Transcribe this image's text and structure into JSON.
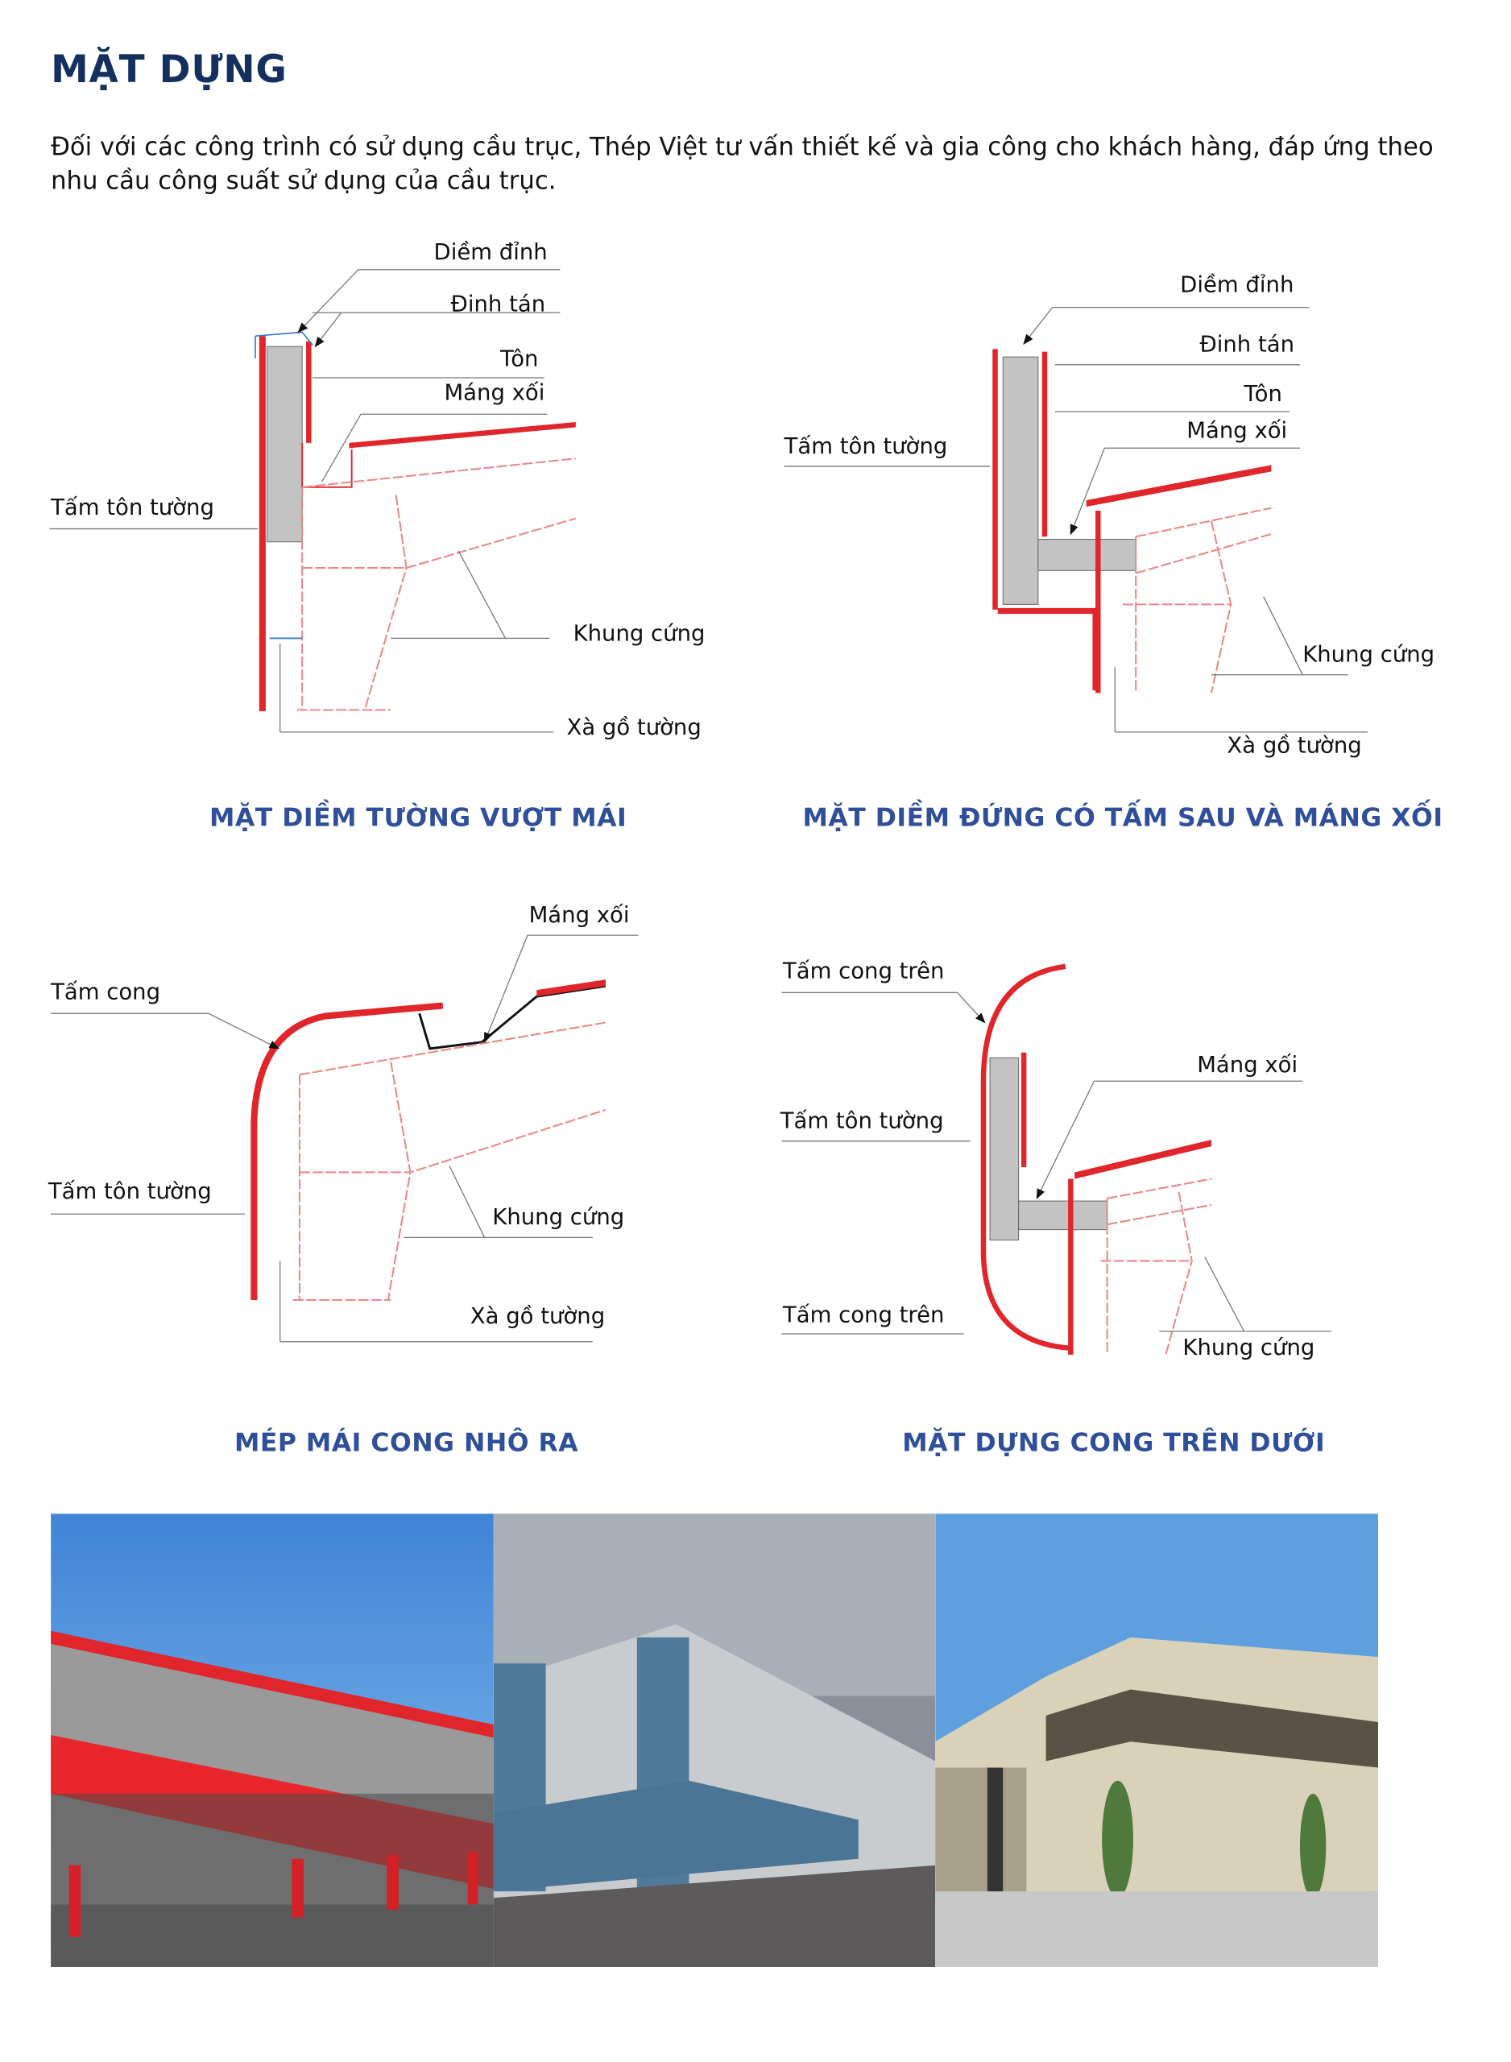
{
  "header": {
    "title": "MẶT DỰNG",
    "intro": "Đối với các công trình có sử dụng cầu trục, Thép Việt tư vấn thiết kế và gia công cho khách hàng, đáp ứng theo nhu cầu công suất sử dụng của cầu trục."
  },
  "diagrams": [
    {
      "caption": "MẶT DIỀM TƯỜNG VƯỢT MÁI",
      "labels": [
        "Diềm đỉnh",
        "Đinh tán",
        "Tôn",
        "Máng xối",
        "Tấm tôn tường",
        "Khung cứng",
        "Xà gồ tường"
      ]
    },
    {
      "caption": "MẶT DIỀM ĐỨNG CÓ TẤM SAU VÀ MÁNG XỐI",
      "labels": [
        "Diềm đỉnh",
        "Đinh tán",
        "Tôn",
        "Máng xối",
        "Tấm tôn tường",
        "Khung cứng",
        "Xà gồ tường"
      ]
    },
    {
      "caption": "MÉP MÁI CONG NHÔ RA",
      "labels": [
        "Máng xối",
        "Tấm cong",
        "Tấm tôn tường",
        "Khung cứng",
        "Xà gồ tường"
      ]
    },
    {
      "caption": "MẶT DỰNG CONG TRÊN DƯỚI",
      "labels": [
        "Tấm cong trên",
        "Máng xối",
        "Tấm tôn tường",
        "Tấm cong trên",
        "Khung cứng"
      ]
    }
  ],
  "colors": {
    "title": "#14305e",
    "caption": "#2f4f9a",
    "steel_red": "#e0262b",
    "frame_pink": "#e98a8a"
  }
}
